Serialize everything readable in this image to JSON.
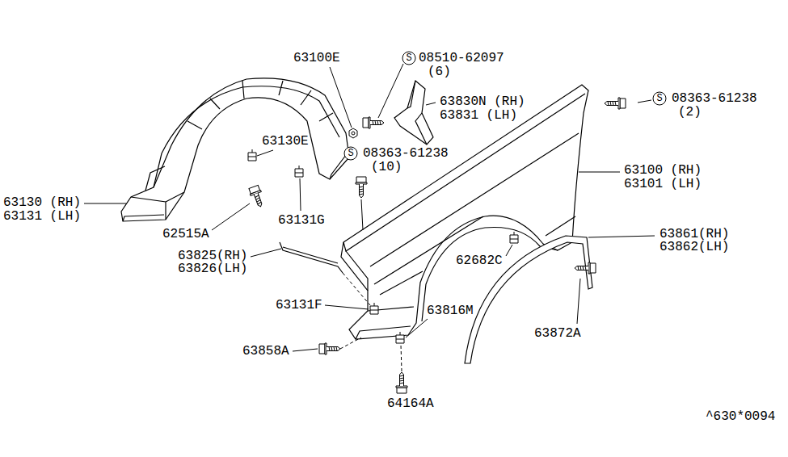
{
  "diagram": {
    "labels": [
      "63100E",
      "S",
      "08510-62097",
      "(6)",
      "S",
      "08363-61238",
      "(2)",
      "63830N (RH)",
      "63831 (LH)",
      "63130E",
      "S",
      "08363-61238",
      "(10)",
      "63100 (RH)",
      "63101 (LH)",
      "63130 (RH)",
      "63131 (LH)",
      "63131G",
      "62515A",
      "63861(RH)",
      "63862(LH)",
      "63825(RH)",
      "63826(LH)",
      "62682C",
      "63131F",
      "63816M",
      "63872A",
      "63858A",
      "64164A",
      "^630*0094"
    ]
  }
}
